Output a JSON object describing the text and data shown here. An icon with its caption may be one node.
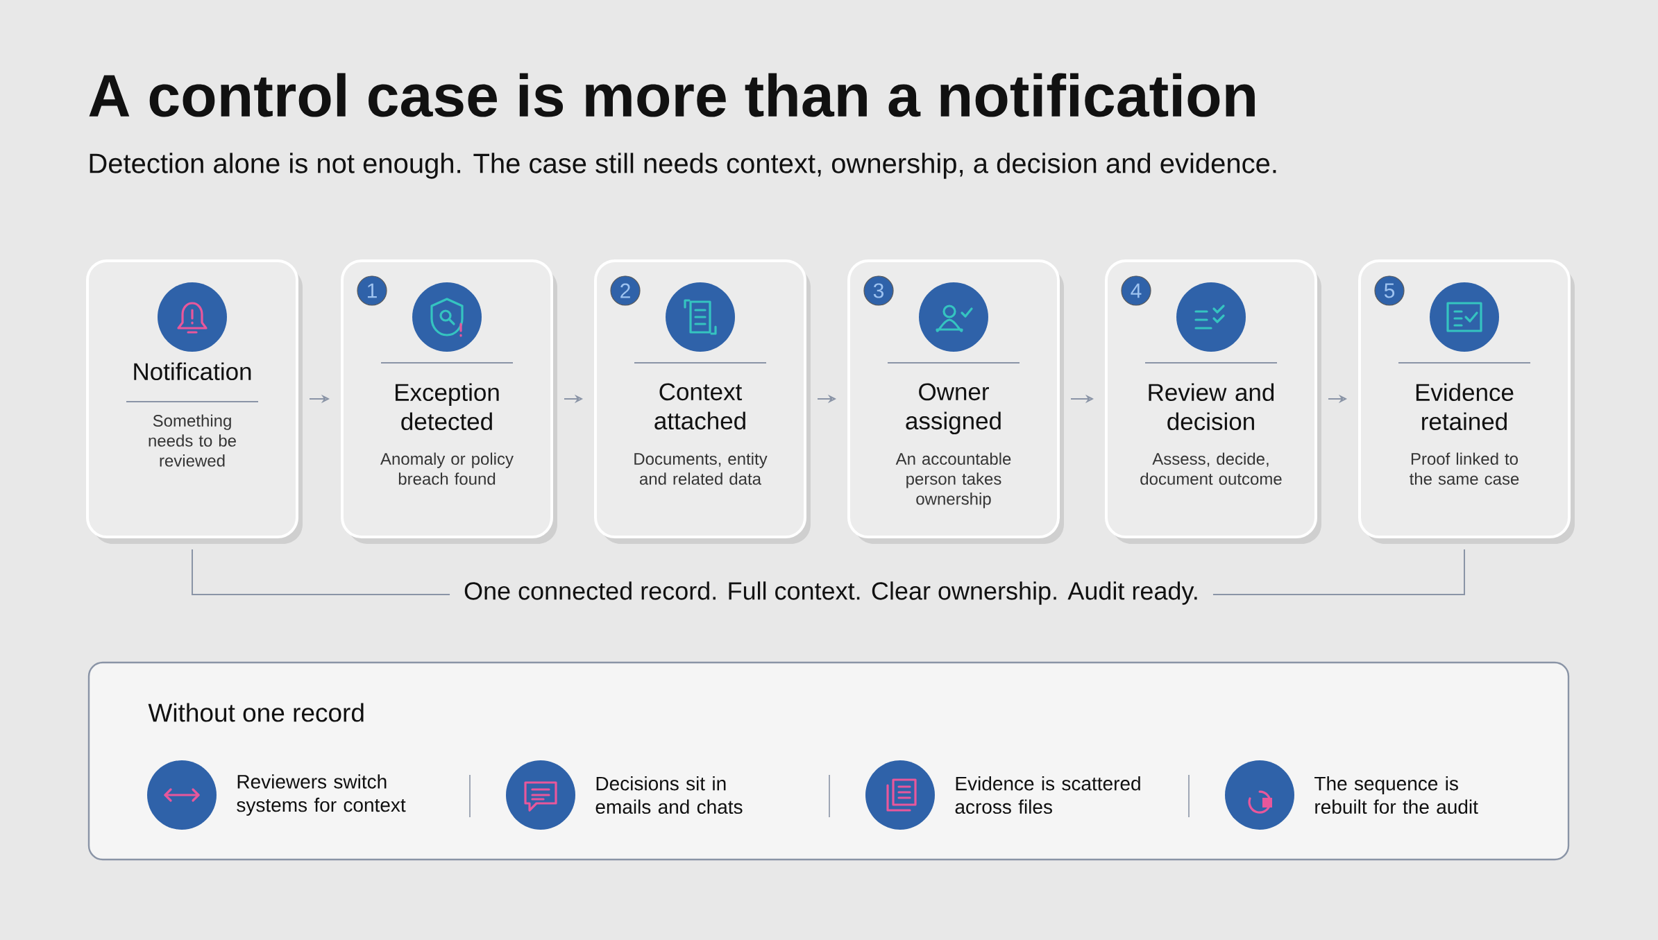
{
  "diagram": {
    "title": "A control case is more than a notification",
    "caption": "Detection alone is not enough. The case still needs context, ownership, a decision and evidence.",
    "nodes": [
      {
        "text": [
          "Notification",
          "Something needs to be reviewed"
        ]
      },
      {
        "text": [
          "1",
          "Exception detected",
          "Anomaly or policy breach found"
        ]
      },
      {
        "text": [
          "2",
          "Context attached",
          "Documents, entity and related data"
        ]
      },
      {
        "text": [
          "3",
          "Owner assigned",
          "An accountable person takes ownership"
        ]
      },
      {
        "text": [
          "4",
          "Review and decision",
          "Assess, decide, document outcome"
        ]
      },
      {
        "text": [
          "5",
          "Evidence retained",
          "Proof linked to the same case"
        ]
      },
      {
        "text": [
          "Without one record"
        ]
      },
      {
        "text": [
          "Reviewers switch systems for context"
        ],
        "in": 6
      },
      {
        "text": [
          "Decisions sit in emails and chats"
        ],
        "in": 6
      },
      {
        "text": [
          "Evidence is scattered across files"
        ],
        "in": 6
      },
      {
        "text": [
          "The sequence is rebuilt for the audit"
        ],
        "in": 6
      }
    ],
    "edges": [
      {
        "from": 0,
        "to": 1,
        "arrow": "to"
      },
      {
        "from": 1,
        "to": 2,
        "arrow": "to"
      },
      {
        "from": 2,
        "to": 3,
        "arrow": "to"
      },
      {
        "from": 3,
        "to": 4,
        "arrow": "to"
      },
      {
        "from": 4,
        "to": 5,
        "arrow": "to"
      },
      {
        "from": 0,
        "to": 5,
        "arrow": "none",
        "label": "One connected record. Full context. Clear ownership. Audit ready."
      }
    ]
  }
}
